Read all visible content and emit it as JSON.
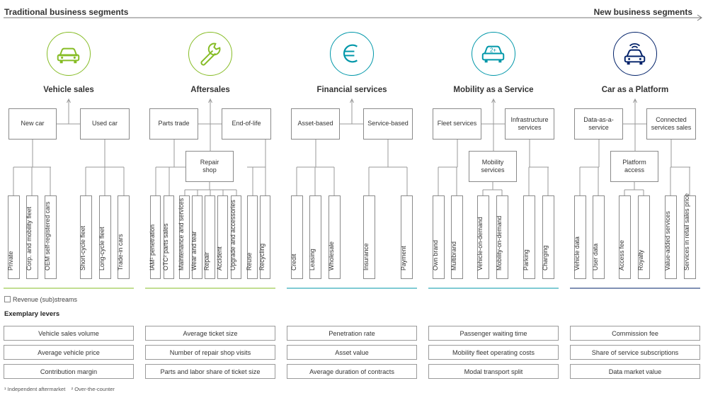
{
  "header": {
    "left": "Traditional business segments",
    "right": "New business segments"
  },
  "segments": [
    {
      "title": "Vehicle sales",
      "icon": "car-icon",
      "color": "#86bc25",
      "top_boxes": [
        "New car",
        "Used car"
      ],
      "mid_box": "",
      "streams": [
        "Private",
        "Corp. and mobility fleet",
        "OEM self-registered cars",
        "Short-cycle fleet",
        "Long-cycle fleet",
        "Trade-in cars"
      ],
      "levers": [
        "Vehicle sales volume",
        "Average vehicle price",
        "Contribution margin"
      ]
    },
    {
      "title": "Aftersales",
      "icon": "wrench-icon",
      "color": "#86bc25",
      "top_boxes": [
        "Parts trade",
        "End-of-life"
      ],
      "mid_box": "Repair shop",
      "streams": [
        "IAM¹ penetration",
        "OTC² parts sales",
        "Maintenance and services",
        "Wear and tear",
        "Repair",
        "Accident",
        "Upgrade and accessories",
        "Reuse",
        "Recycling"
      ],
      "levers": [
        "Average ticket size",
        "Number of repair shop visits",
        "Parts and labor share of ticket size"
      ]
    },
    {
      "title": "Financial services",
      "icon": "euro-icon",
      "color": "#0097a9",
      "top_boxes": [
        "Asset-based",
        "Service-based"
      ],
      "mid_box": "",
      "streams": [
        "Credit",
        "Leasing",
        "Wholesale",
        "Insurance",
        "Payment"
      ],
      "levers": [
        "Penetration rate",
        "Asset value",
        "Average duration of contracts"
      ]
    },
    {
      "title": "Mobility as a Service",
      "icon": "shared-car-icon",
      "color": "#0097a9",
      "top_boxes": [
        "Fleet services",
        "Infrastructure services"
      ],
      "mid_box": "Mobility services",
      "streams": [
        "Own brand",
        "Multibrand",
        "Vehicle-on-demand",
        "Mobility-on-demand",
        "Parking",
        "Charging"
      ],
      "levers": [
        "Passenger waiting time",
        "Mobility fleet operating costs",
        "Modal transport split"
      ]
    },
    {
      "title": "Car as a Platform",
      "icon": "connected-car-icon",
      "color": "#012169",
      "top_boxes": [
        "Data-as-a-service",
        "Connected services sales"
      ],
      "mid_box": "Platform access",
      "streams": [
        "Vehicle data",
        "User data",
        "Access fee",
        "Royalty",
        "Value-added services",
        "Services in retail sales price"
      ],
      "levers": [
        "Commission fee",
        "Share of service subscriptions",
        "Data market value"
      ]
    }
  ],
  "legend": "Revenue (sub)streams",
  "levers_title": "Exemplary levers",
  "footnote": "¹ Independent aftermarket    ² Over-the-counter"
}
